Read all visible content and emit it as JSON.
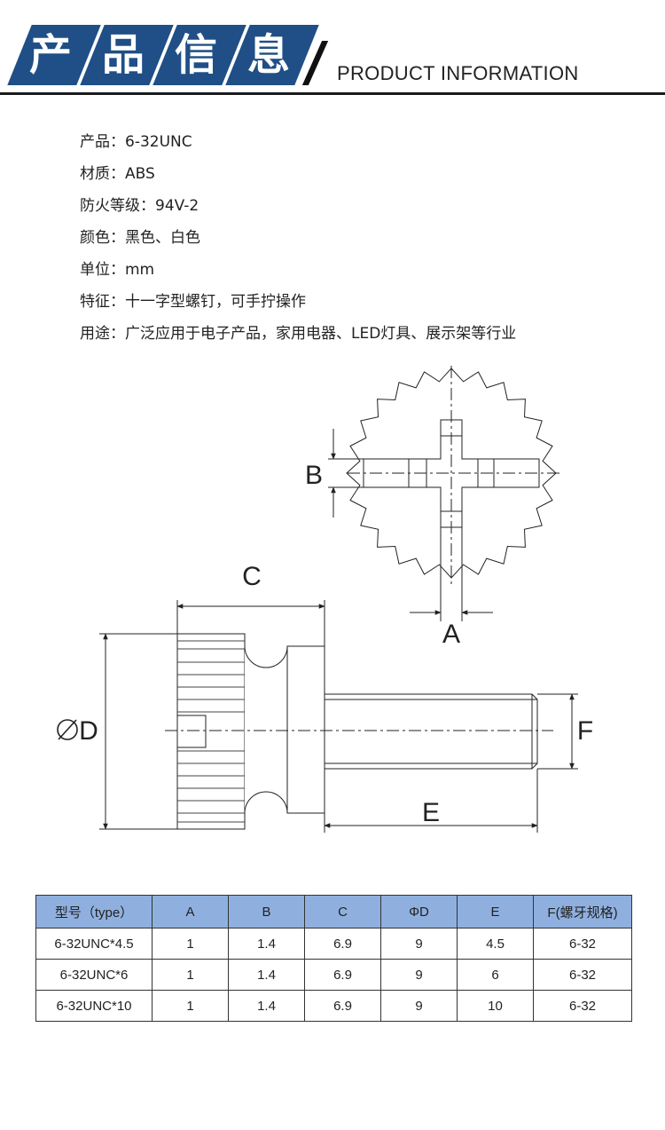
{
  "header": {
    "title_chars": [
      "产",
      "品",
      "信",
      "息"
    ],
    "subtitle": "PRODUCT INFORMATION"
  },
  "colors": {
    "brand_blue": "#1f4f86",
    "table_header": "#8fb0df"
  },
  "info": [
    {
      "label": "产品：",
      "value": "6-32UNC"
    },
    {
      "label": "材质：",
      "value": "ABS"
    },
    {
      "label": "防火等级：",
      "value": "94V-2"
    },
    {
      "label": "颜色：",
      "value": "黑色、白色"
    },
    {
      "label": "单位：",
      "value": "mm"
    },
    {
      "label": "特征：",
      "value": "十一字型螺钉，可手拧操作"
    },
    {
      "label": "用途：",
      "value": "广泛应用于电子产品，家用电器、LED灯具、展示架等行业"
    }
  ],
  "drawing": {
    "labels": {
      "A": "A",
      "B": "B",
      "C": "C",
      "D": "D",
      "E": "E",
      "F": "F"
    }
  },
  "table": {
    "headers": [
      "型号（type）",
      "A",
      "B",
      "C",
      "ΦD",
      "E",
      "F(螺牙规格)"
    ],
    "rows": [
      [
        "6-32UNC*4.5",
        "1",
        "1.4",
        "6.9",
        "9",
        "4.5",
        "6-32"
      ],
      [
        "6-32UNC*6",
        "1",
        "1.4",
        "6.9",
        "9",
        "6",
        "6-32"
      ],
      [
        "6-32UNC*10",
        "1",
        "1.4",
        "6.9",
        "9",
        "10",
        "6-32"
      ]
    ]
  }
}
